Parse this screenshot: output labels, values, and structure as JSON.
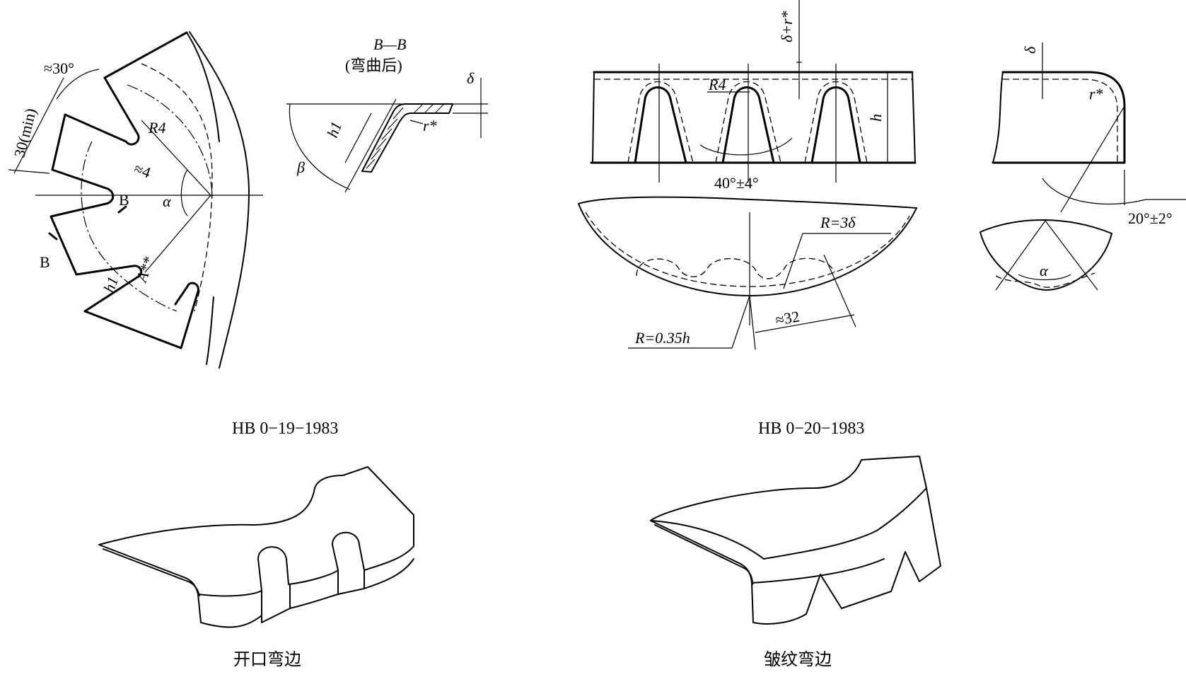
{
  "left_drawing": {
    "angle_30": "≈30°",
    "length_30min": "30(min)",
    "radius_r4": "R4",
    "dim_4": "≈4",
    "alpha": "α",
    "section_b_top": "B",
    "section_b_left": "B",
    "dim_a": "A**",
    "dim_h1": "h1"
  },
  "section_view": {
    "title": "B—B",
    "subtitle": "(弯曲后)",
    "delta": "δ",
    "h1": "h1",
    "r_star": "r*",
    "beta": "β"
  },
  "right_drawing": {
    "delta_r": "δ+r*",
    "radius_r4": "R4",
    "h": "h",
    "angle_40": "40°±4°",
    "r3delta": "R=3δ",
    "r035h": "R=0.35h",
    "dim_32": "≈32"
  },
  "far_right_drawing": {
    "delta": "δ",
    "r_star": "r*",
    "angle_20": "20°±2°",
    "alpha": "α"
  },
  "standards": {
    "left": "HB 0−19−1983",
    "right": "HB 0−20−1983"
  },
  "captions": {
    "left": "开口弯边",
    "right": "皱纹弯边"
  }
}
